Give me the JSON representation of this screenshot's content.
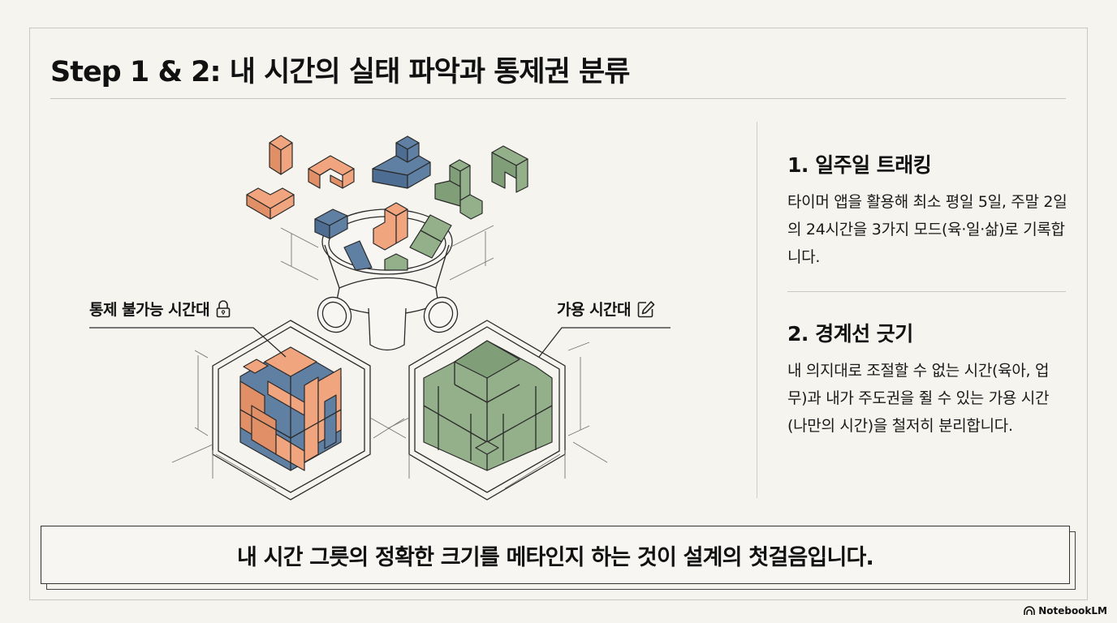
{
  "slide": {
    "title": "Step 1 & 2: 내 시간의 실태 파악과 통제권 분류"
  },
  "illustration": {
    "left_label": "통제 불가능 시간대",
    "left_label_icon": "lock-icon",
    "right_label": "가용 시간대",
    "right_label_icon": "edit-pencil-icon",
    "colors": {
      "orange": "#f0a57e",
      "blue": "#5f7fa3",
      "green": "#93b08a",
      "line": "#2a2a2a"
    }
  },
  "sections": [
    {
      "heading": "1. 일주일 트래킹",
      "body": "타이머 앱을 활용해 최소 평일 5일, 주말 2일의 24시간을 3가지 모드(육·일·삶)로 기록합니다."
    },
    {
      "heading": "2. 경계선 긋기",
      "body": "내 의지대로 조절할 수 없는 시간(육아, 업무)과 내가 주도권을 쥘 수 있는 가용 시간(나만의 시간)을 철저히 분리합니다."
    }
  ],
  "callout": {
    "text": "내 시간 그릇의 정확한 크기를 메타인지 하는 것이 설계의 첫걸음입니다."
  },
  "branding": {
    "label": "NotebookLM",
    "icon": "notebooklm-logo-icon"
  }
}
